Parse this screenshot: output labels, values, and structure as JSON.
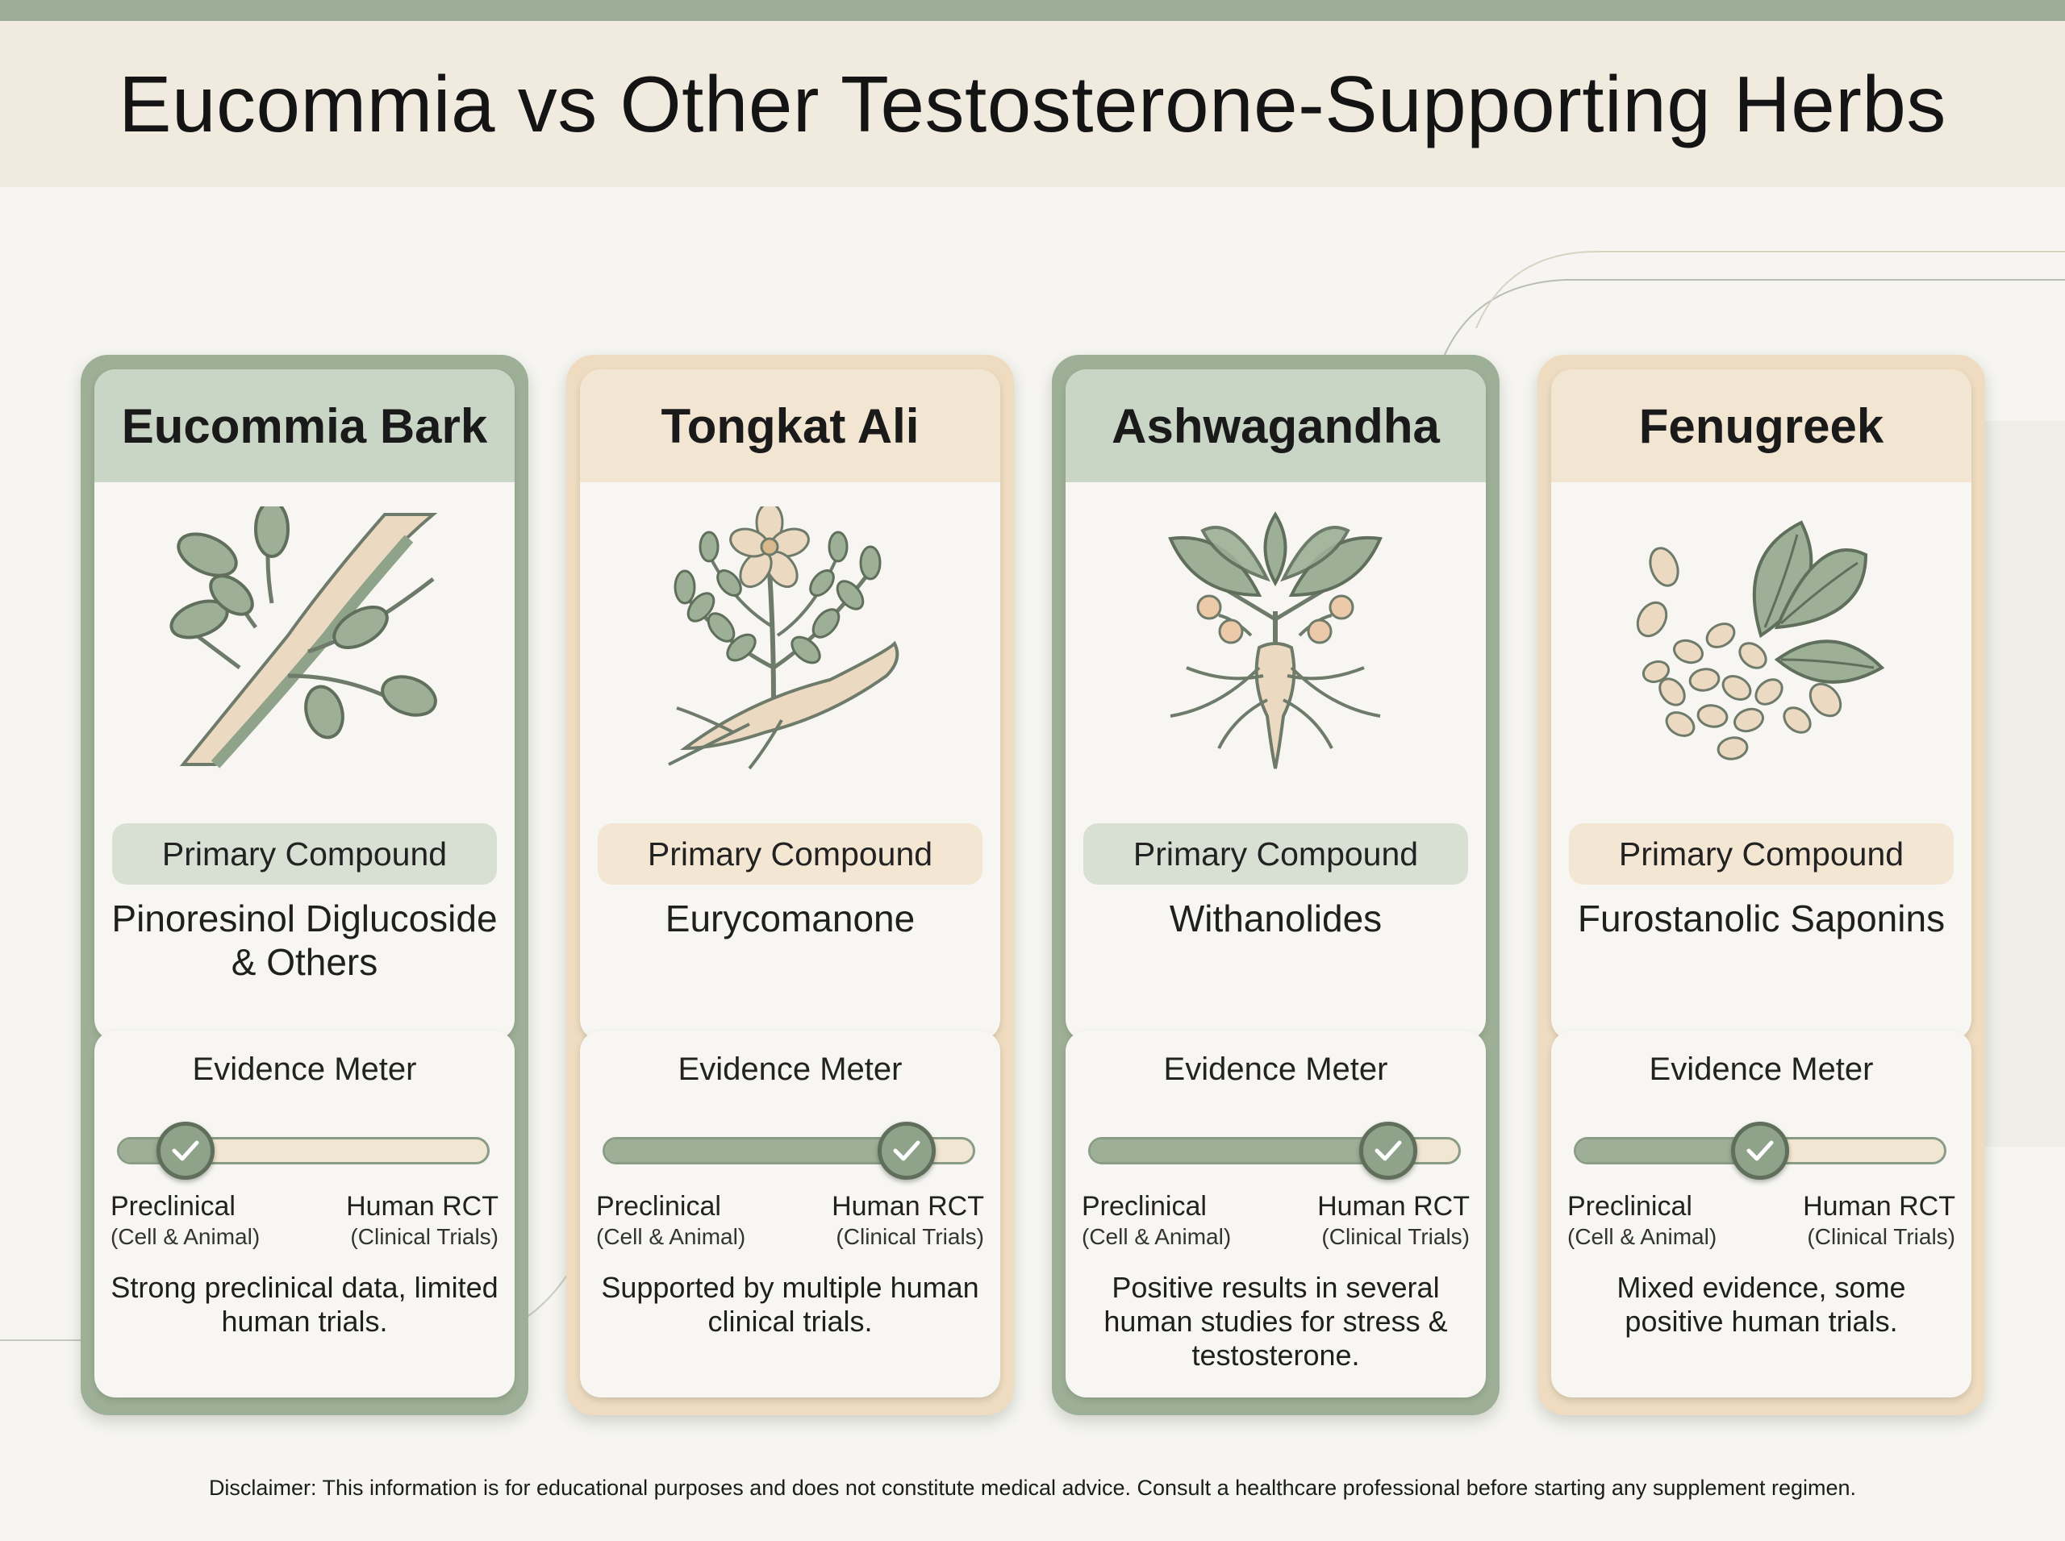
{
  "title": "Eucommia vs Other Testosterone-Supporting Herbs",
  "compound_label": "Primary Compound",
  "meter": {
    "title": "Evidence Meter",
    "left_label": "Preclinical",
    "left_sub": "(Cell & Animal)",
    "right_label": "Human RCT",
    "right_sub": "(Clinical Trials)"
  },
  "herbs": [
    {
      "name": "Eucommia Bark",
      "compound": "Pinoresinol Diglucoside & Others",
      "evidence_level": 0.18,
      "note": "Strong preclinical data, limited human trials.",
      "theme": "green",
      "icon": "tree-branch-icon"
    },
    {
      "name": "Tongkat Ali",
      "compound": "Eurycomanone",
      "evidence_level": 0.82,
      "note": "Supported by multiple human clinical trials.",
      "theme": "beige",
      "icon": "flower-root-icon"
    },
    {
      "name": "Ashwagandha",
      "compound": "Withanolides",
      "evidence_level": 0.81,
      "note": "Positive results in several human studies for stress & testosterone.",
      "theme": "green",
      "icon": "plant-root-berries-icon"
    },
    {
      "name": "Fenugreek",
      "compound": "Furostanolic Saponins",
      "evidence_level": 0.5,
      "note": "Mixed evidence, some positive human trials.",
      "theme": "beige",
      "icon": "seeds-leaves-icon"
    }
  ],
  "disclaimer": "Disclaimer: This information is for educational purposes and does not constitute medical advice. Consult a healthcare professional before starting any supplement regimen."
}
